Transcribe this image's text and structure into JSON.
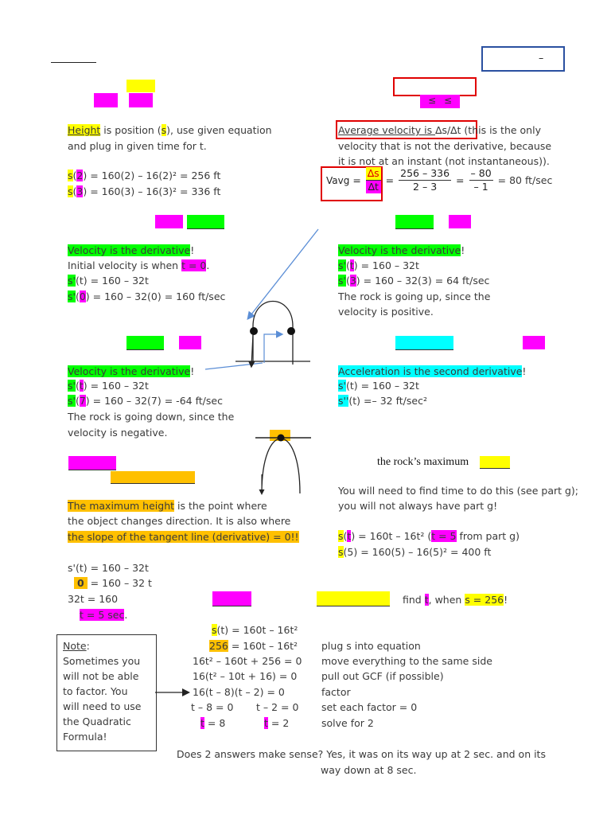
{
  "header": {
    "top_box_dash": "–"
  },
  "q1": {
    "line1_hl": "Height",
    "line1_mid": " is position (",
    "line1_s": "s",
    "line1_end": "), use given equation",
    "line2": "and plug in given time for t.",
    "eq1_s": "s",
    "eq1_hl": "2",
    "eq1_rest": ") = 160(2) – 16(2)² = 256 ft",
    "eq2_s": "s",
    "eq2_hl": "3",
    "eq2_rest": ") = 160(3) – 16(3)² = 336 ft"
  },
  "q2": {
    "line1_ul": "Average velocity is ",
    "line1_delta": "∆s/∆t",
    "line1_end": " (this is the only",
    "line2": "velocity that is not the derivative, because",
    "line3": "it is not at an instant (not instantaneous)).",
    "vavg_label": "Vavg",
    "eq_sign": "=",
    "frac1_num": "∆s",
    "frac1_den": "∆t",
    "frac2_num": "256 – 336",
    "frac2_den": "2 – 3",
    "frac3_num": "– 80",
    "frac3_den": "– 1",
    "result": "= 80 ft/sec"
  },
  "q3": {
    "line1": "Velocity is the derivative",
    "line1_end": "!",
    "line2_a": "Initial velocity is when ",
    "line2_hl": "t = 0",
    "line2_end": ".",
    "eq1_s": "s'",
    "eq1_rest": "(t) = 160 – 32t",
    "eq2_s": "s'",
    "eq2_hl": "0",
    "eq2_rest": ") = 160 – 32(0) = 160 ft/sec"
  },
  "q4": {
    "line1": "Velocity is the derivative",
    "line1_end": "!",
    "eq1_s": "s'",
    "eq1_hl": "t",
    "eq1_rest": ") = 160 – 32t",
    "eq2_s": "s'",
    "eq2_hl": "3",
    "eq2_rest": ") = 160 – 32(3) = 64 ft/sec",
    "line4": "The rock is going up, since the",
    "line5": "velocity is positive."
  },
  "q5": {
    "line1": "Velocity is the derivative",
    "line1_end": "!",
    "eq1_s": "s'",
    "eq1_hl": "t",
    "eq1_rest": ") = 160 – 32t",
    "eq2_s": "s'",
    "eq2_hl": "7",
    "eq2_rest": ") = 160 – 32(7) = -64 ft/sec",
    "line4": "The rock is going down, since the",
    "line5": "velocity is negative."
  },
  "q6": {
    "line1": "Acceleration is the second derivative",
    "line1_end": "!",
    "eq1_s": "s'",
    "eq1_rest": "(t) = 160 – 32t",
    "eq2_s": "s''",
    "eq2_rest": "(t) =– 32 ft/sec²"
  },
  "q7": {
    "line1_hl": "The maximum height",
    "line1_end": " is the point where",
    "line2": "the object changes direction.  It is also where",
    "line3_hl": "the slope of the tangent line (derivative) = 0!!",
    "eq1": "s'(t) = 160 – 32t",
    "eq2_hl": "0",
    "eq2_rest": " = 160 – 32 t",
    "eq3": "32t  = 160",
    "eq4_hl": "t = 5 sec",
    "eq4_end": "."
  },
  "q8": {
    "heading": "the rock’s maximum",
    "line1": "You will need to find time to do this (see part g);",
    "line2": "you will not always have part g!",
    "eq1_s": "s",
    "eq1_hl": "t",
    "eq1_rest": ") = 160t – 16t²    (",
    "eq1_hl2": "t = 5",
    "eq1_end": " from part g)",
    "eq2_s": "s",
    "eq2_rest": "(5) = 160(5) – 16(5)² = 400 ft"
  },
  "q9": {
    "find_a": "find ",
    "find_t": "t",
    "find_b": ", when ",
    "find_hl": "s = 256",
    "find_end": "!",
    "eq1_s": "s",
    "eq1_rest": "(t) = 160t – 16t²",
    "eq2_hl": "256",
    "eq2_rest": " = 160t – 16t²",
    "eq3": "16t² – 160t + 256 = 0",
    "eq4": "16(t² – 10t + 16) = 0",
    "eq5": "16(t – 8)(t – 2) = 0",
    "eq6a": "t – 8 = 0",
    "eq6b": "t – 2 = 0",
    "eq7a_hl": "t",
    "eq7a_rest": " = 8",
    "eq7b_hl": "t",
    "eq7b_rest": " = 2",
    "step2": "plug s into equation",
    "step3": "move everything to the same side",
    "step4": "pull out GCF (if possible)",
    "step5": "factor",
    "step6": "set each factor = 0",
    "step7": "solve for 2",
    "closing1": "Does 2 answers make sense?  Yes, it was on its way up at 2 sec. and on its",
    "closing2": "way down at 8 sec."
  },
  "note": {
    "title": "Note",
    "title_colon": ":",
    "l1": "Sometimes you",
    "l2": "will not be able",
    "l3": "to factor.  You",
    "l4": "will need to use",
    "l5": "the Quadratic",
    "l6": "Formula!"
  },
  "colors": {
    "yellow": "#ffff00",
    "magenta": "#ff00ff",
    "green": "#00ff00",
    "cyan": "#00ffff",
    "orange": "#ffc000",
    "red_box": "#e00000",
    "arrow": "#5b8ed6"
  }
}
